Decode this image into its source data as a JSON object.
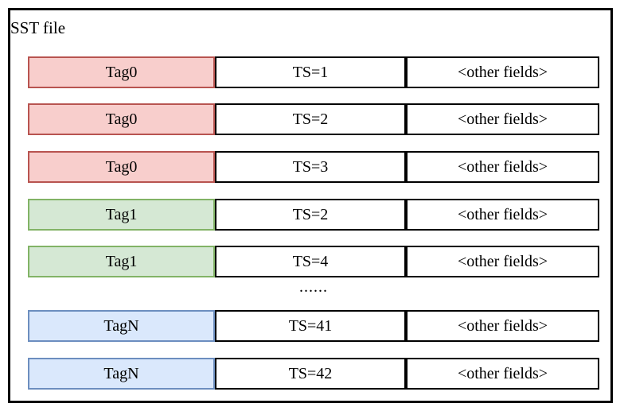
{
  "diagram": {
    "title": "SST file",
    "ellipsis": "......",
    "other_fields_label": "<other fields>",
    "rows": [
      {
        "tag": "Tag0",
        "ts": "TS=1",
        "other": "<other fields>",
        "tag_color": "red"
      },
      {
        "tag": "Tag0",
        "ts": "TS=2",
        "other": "<other fields>",
        "tag_color": "red"
      },
      {
        "tag": "Tag0",
        "ts": "TS=3",
        "other": "<other fields>",
        "tag_color": "red"
      },
      {
        "tag": "Tag1",
        "ts": "TS=2",
        "other": "<other fields>",
        "tag_color": "green"
      },
      {
        "tag": "Tag1",
        "ts": "TS=4",
        "other": "<other fields>",
        "tag_color": "green"
      },
      {
        "tag": "TagN",
        "ts": "TS=41",
        "other": "<other fields>",
        "tag_color": "blue"
      },
      {
        "tag": "TagN",
        "ts": "TS=42",
        "other": "<other fields>",
        "tag_color": "blue"
      }
    ],
    "colors": {
      "red_fill": "#f8cecc",
      "red_stroke": "#b85450",
      "green_fill": "#d5e8d4",
      "green_stroke": "#82b366",
      "blue_fill": "#dae8fc",
      "blue_stroke": "#6c8ebf",
      "cell_stroke": "#000000",
      "cell_fill": "#ffffff"
    }
  }
}
